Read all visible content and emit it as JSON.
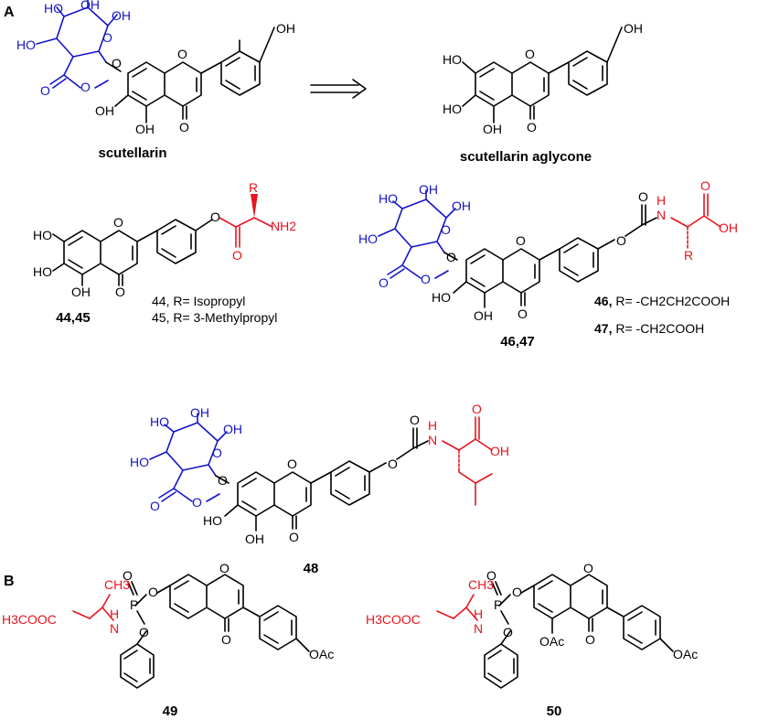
{
  "panels": {
    "a": "A",
    "b": "B"
  },
  "compounds": {
    "scutellarin": "scutellarin",
    "aglycone": "scutellarin aglycone",
    "c4445": "44,45",
    "c4647": "46,47",
    "c48": "48",
    "c49": "49",
    "c50": "50"
  },
  "notes": {
    "n44": "44, R= Isopropyl",
    "n45": "45, R= 3-Methylpropyl",
    "n46_num": "46,",
    "n46_eq": " R= -CH2CH2COOH",
    "n47_num": "47,",
    "n47_eq": " R= -CH2COOH"
  },
  "atoms": {
    "oh": "OH",
    "ho": "HO",
    "o": "O",
    "r": "R",
    "nh2": "NH2",
    "nh": "NH",
    "h": "H",
    "n": "N",
    "p": "P",
    "ch3": "CH3",
    "h3cooc": "H3COOC",
    "oac": "OAc"
  },
  "colors": {
    "glucuronide": "#1414c8",
    "amino_acid": "#e8141e",
    "core": "#000000"
  }
}
